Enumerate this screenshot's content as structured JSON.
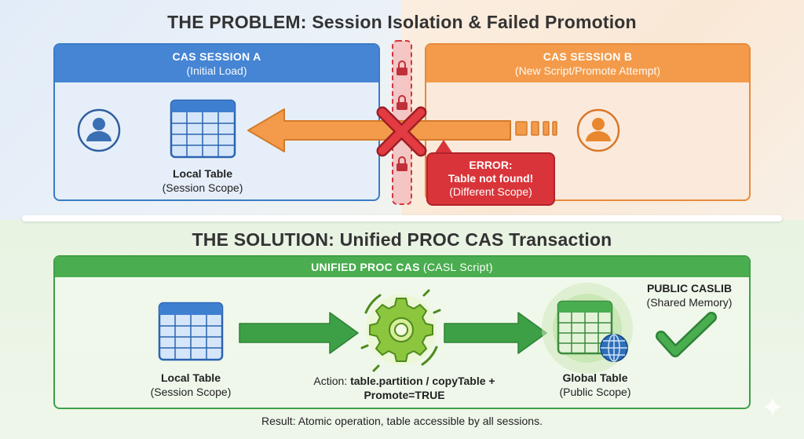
{
  "problem_title": "THE PROBLEM: Session Isolation & Failed Promotion",
  "session_a": {
    "title": "CAS SESSION A",
    "subtitle": "(Initial Load)"
  },
  "session_b": {
    "title": "CAS SESSION B",
    "subtitle": "(New Script/Promote Attempt)"
  },
  "local_table_a": {
    "name": "Local Table",
    "scope": "(Session Scope)"
  },
  "error": {
    "line1": "ERROR:",
    "line2": "Table not found!",
    "line3": "(Different Scope)"
  },
  "solution_title": "THE SOLUTION: Unified PROC CAS Transaction",
  "unified": {
    "title_bold": "UNIFIED PROC CAS",
    "title_rest": " (CASL Script)"
  },
  "local_table_b": {
    "name": "Local Table",
    "scope": "(Session Scope)"
  },
  "action": {
    "prefix": "Action: ",
    "bold1": "table.partition / copyTable +",
    "bold2": "Promote=TRUE"
  },
  "global_table": {
    "name": "Global Table",
    "scope": "(Public Scope)"
  },
  "public_caslib": {
    "name": "PUBLIC CASLIB",
    "desc": "(Shared Memory)"
  },
  "result": "Result: Atomic operation, table accessible by all sessions.",
  "colors": {
    "blue": "#4585d4",
    "orange": "#f39b4a",
    "red": "#d9343a",
    "green": "#3da046",
    "lime": "#8cc63f"
  }
}
